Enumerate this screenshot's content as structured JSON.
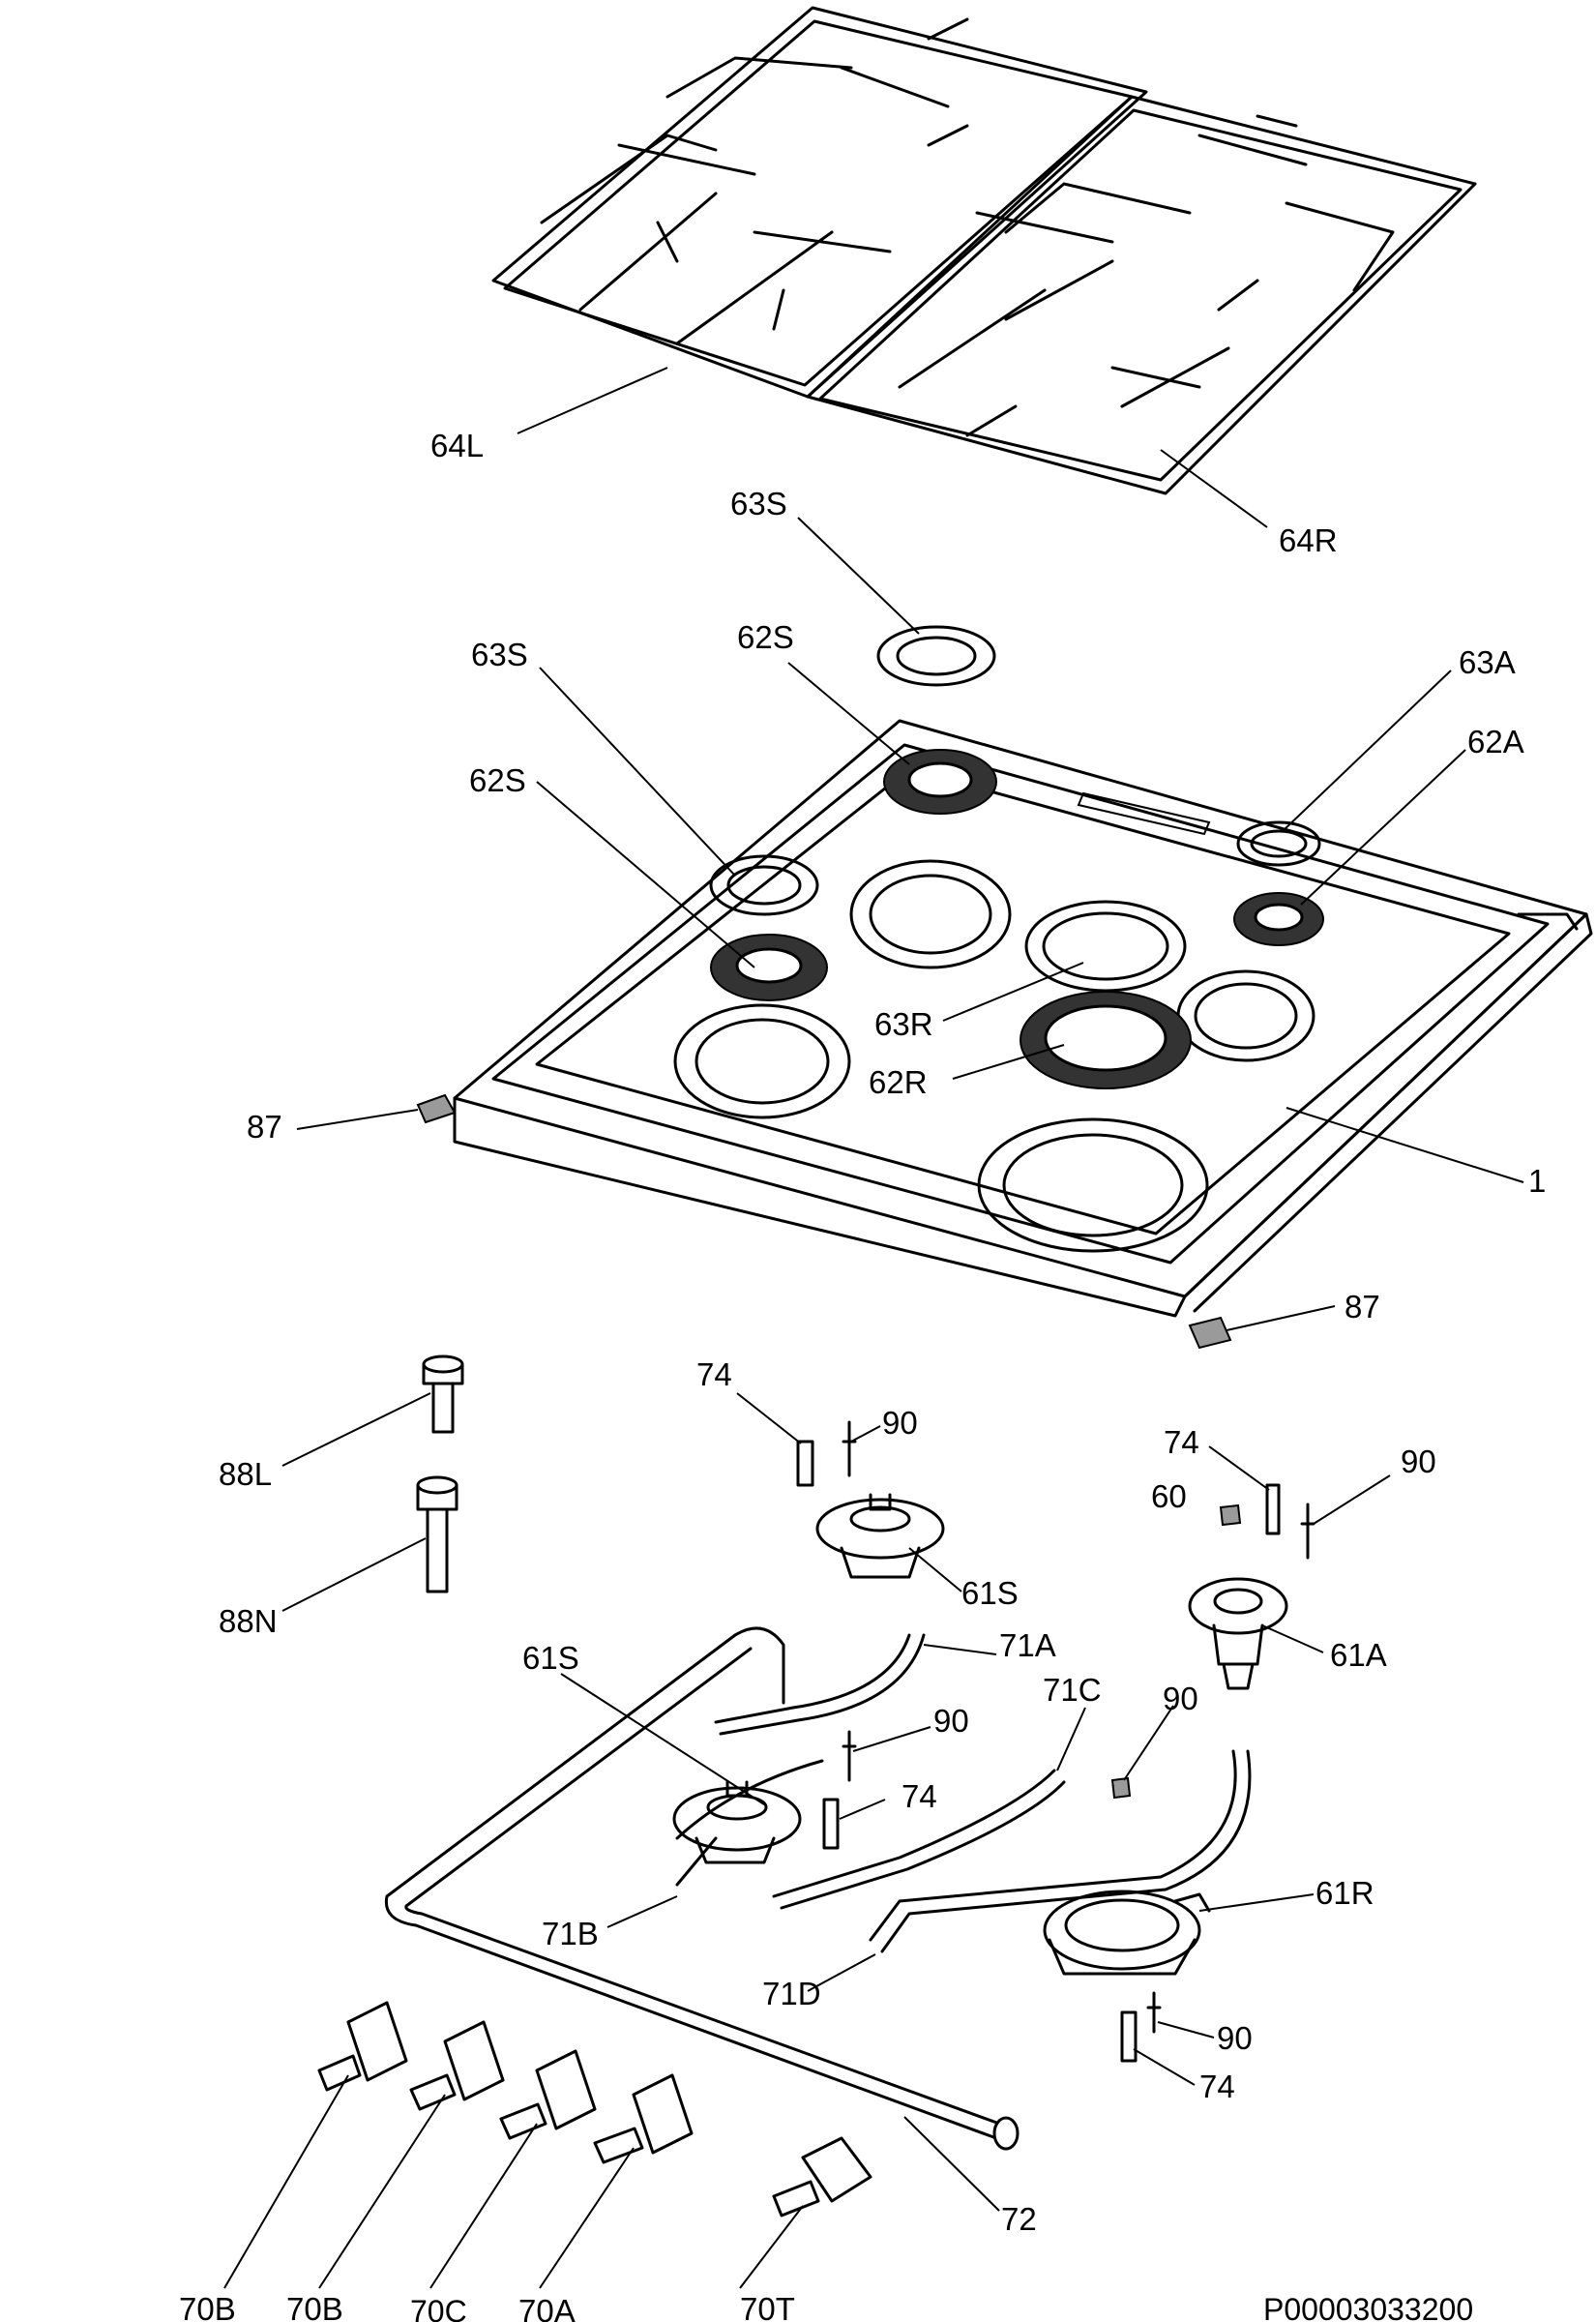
{
  "diagram": {
    "drawing_number": "P00003033200",
    "labels": {
      "l64L": "64L",
      "l64R": "64R",
      "l63S_top": "63S",
      "l63S_left": "63S",
      "l62S_top": "62S",
      "l62S_left": "62S",
      "l63A": "63A",
      "l62A": "62A",
      "l63R": "63R",
      "l62R": "62R",
      "l1": "1",
      "l87_left": "87",
      "l87_right": "87",
      "l88L": "88L",
      "l88N": "88N",
      "l74_a": "74",
      "l90_a": "90",
      "l61S_a": "61S",
      "l74_b": "74",
      "l60": "60",
      "l90_b": "90",
      "l61A": "61A",
      "l61S_b": "61S",
      "l71A": "71A",
      "l90_c": "90",
      "l71C": "71C",
      "l90_d": "90",
      "l74_c": "74",
      "l71B": "71B",
      "l71D": "71D",
      "l61R": "61R",
      "l90_e": "90",
      "l74_d": "74",
      "l72": "72",
      "l70B_1": "70B",
      "l70B_2": "70B",
      "l70C": "70C",
      "l70A": "70A",
      "l70T": "70T"
    }
  }
}
